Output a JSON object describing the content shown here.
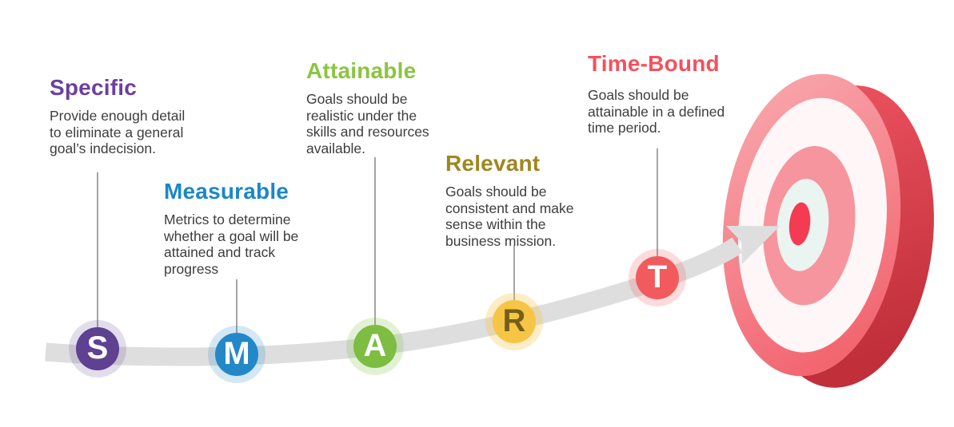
{
  "text": {
    "body_color": "#3D3D3D"
  },
  "steps": [
    {
      "letter": "S",
      "title": "Specific",
      "description": "Provide enough detail to eliminate a general goal’s indecision.",
      "title_color": "#6B3FA0",
      "circle_color": "#5E4191",
      "halo_color": "rgba(94,65,145,0.18)",
      "letter_color": "#FFFFFF"
    },
    {
      "letter": "M",
      "title": "Measurable",
      "description": "Metrics to determine whether a goal will be attained and track progress",
      "title_color": "#1B87C8",
      "circle_color": "#2288C8",
      "halo_color": "rgba(34,136,200,0.20)",
      "letter_color": "#FFFFFF"
    },
    {
      "letter": "A",
      "title": "Attainable",
      "description": "Goals should be realistic under the skills and resources available.",
      "title_color": "#8BC540",
      "circle_color": "#7CBD42",
      "halo_color": "rgba(124,189,66,0.22)",
      "letter_color": "#FFFFFF"
    },
    {
      "letter": "R",
      "title": "Relevant",
      "description": "Goals should be consistent and make sense within the business mission.",
      "title_color": "#A0861E",
      "circle_color": "#F6C545",
      "halo_color": "rgba(246,197,69,0.30)",
      "letter_color": "#75601A"
    },
    {
      "letter": "T",
      "title": "Time-Bound",
      "description": "Goals should be attainable in a defined time period.",
      "title_color": "#F4515C",
      "circle_color": "#F25B5E",
      "halo_color": "rgba(242,91,94,0.22)",
      "letter_color": "#FFFFFF"
    }
  ],
  "arrow": {
    "color": "#DEDEDE"
  },
  "connector": {
    "color": "#8E8E8E"
  },
  "target": {
    "rim_top": "#EF5562",
    "rim_bottom": "#C02F3A",
    "face_top": "#F9A9AF",
    "face_bottom": "#F26670",
    "white_ring": "#FEF6F7",
    "pink_ring": "#F6959D",
    "mint_ring": "#EAF4F1",
    "bullseye": "#F43B51"
  }
}
